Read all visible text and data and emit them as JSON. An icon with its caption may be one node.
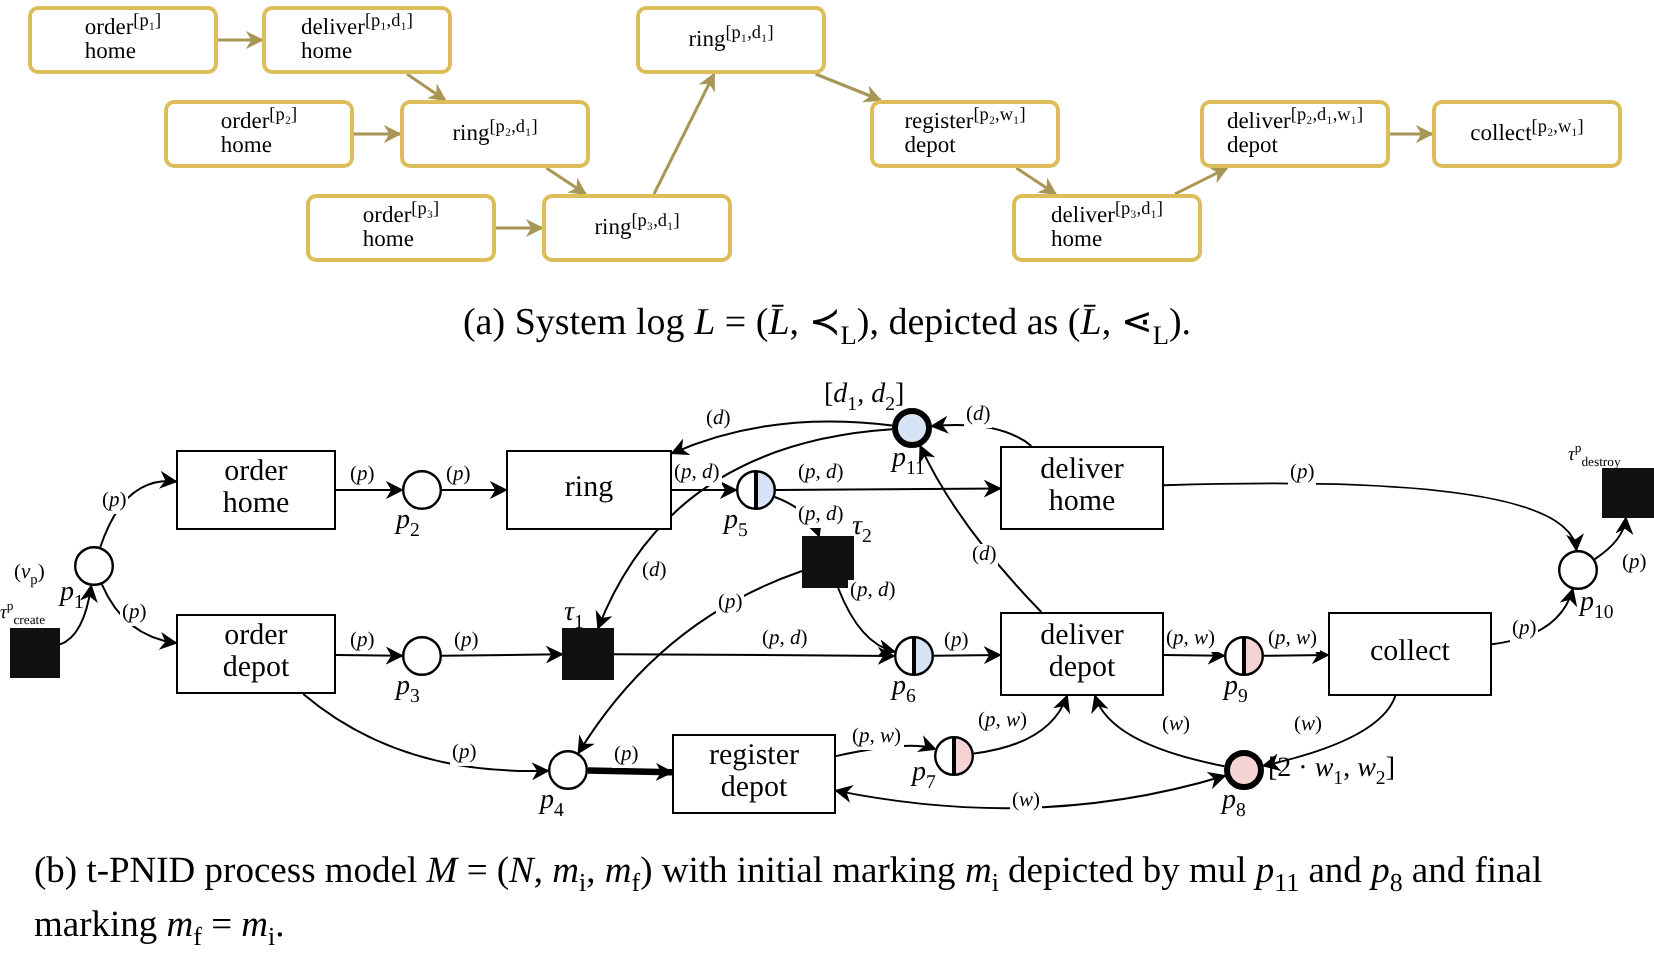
{
  "diagram": {
    "caption": "(b) t-PNID process model *M* = (*N*, *m*$_{i}$, *m*$_{f}$) with initial marking *m*$_{i}$ depicted by mul *p*$_{11}$ and *p*$_{8}$ and final marking *m*$_{f}$ = *m*$_{i}$.",
    "nodes": [
      {
        "text": [
          "order$^{[p₁]}$ home"
        ]
      },
      {
        "text": [
          "deliver$^{[p₁,d₁]}$ home"
        ]
      },
      {
        "text": [
          "order$^{[p₂]}$ home"
        ]
      },
      {
        "text": [
          "ring$^{[p₂,d₁]}$"
        ]
      },
      {
        "text": [
          "order$^{[p₃]}$ home"
        ]
      },
      {
        "text": [
          "ring$^{[p₃,d₁]}$"
        ]
      },
      {
        "text": [
          "ring$^{[p₁,d₁]}$"
        ]
      },
      {
        "text": [
          "register$^{[p₂,w₁]}$ depot"
        ]
      },
      {
        "text": [
          "deliver$^{[p₃,d₁]}$ home"
        ]
      },
      {
        "text": [
          "deliver$^{[p₂,d₁,w₁]}$ depot"
        ]
      },
      {
        "text": [
          "collect$^{[p₂,w₁]}$"
        ]
      },
      {
        "text": [],
        "shape": "box",
        "beside": [
          "*τ*$^{p}$$_{create}$"
        ]
      },
      {
        "text": [],
        "shape": "circle",
        "beside": [
          "*p*$_{1}$"
        ]
      },
      {
        "text": [
          "order home"
        ]
      },
      {
        "text": [
          "order depot"
        ]
      },
      {
        "text": [],
        "shape": "circle",
        "beside": [
          "*p*$_{2}$"
        ]
      },
      {
        "text": [],
        "shape": "circle",
        "beside": [
          "*p*$_{3}$"
        ]
      },
      {
        "text": [
          "ring"
        ]
      },
      {
        "text": [],
        "shape": "box",
        "beside": [
          "*τ*$_{1}$"
        ]
      },
      {
        "text": [],
        "shape": "circle",
        "beside": [
          "*p*$_{5}$"
        ]
      },
      {
        "text": [],
        "shape": "circle",
        "beside": [
          "*p*$_{11}$",
          "[*d*$_{1}$, *d*$_{2}$]"
        ]
      },
      {
        "text": [],
        "shape": "box",
        "beside": [
          "*τ*$_{2}$"
        ]
      },
      {
        "text": [],
        "shape": "circle",
        "beside": [
          "*p*$_{6}$"
        ]
      },
      {
        "text": [],
        "shape": "circle",
        "beside": [
          "*p*$_{4}$"
        ]
      },
      {
        "text": [
          "register depot"
        ]
      },
      {
        "text": [
          "deliver home"
        ]
      },
      {
        "text": [
          "deliver depot"
        ]
      },
      {
        "text": [],
        "shape": "circle",
        "beside": [
          "*p*$_{7}$"
        ]
      },
      {
        "text": [],
        "shape": "circle",
        "beside": [
          "*p*$_{9}$"
        ]
      },
      {
        "text": [],
        "shape": "circle",
        "beside": [
          "*p*$_{8}$",
          "[2 · *w*$_{1}$, *w*$_{2}$]"
        ]
      },
      {
        "text": [
          "collect"
        ]
      },
      {
        "text": [],
        "shape": "circle",
        "beside": [
          "*p*$_{10}$"
        ]
      },
      {
        "text": [],
        "shape": "box",
        "beside": [
          "*τ*$^{p}$$_{destroy}$"
        ]
      }
    ],
    "edges": [
      {
        "from": 0,
        "to": 1,
        "arrow": "to",
        "color": "#a89656"
      },
      {
        "from": 1,
        "to": 3,
        "arrow": "to",
        "color": "#a89656"
      },
      {
        "from": 2,
        "to": 3,
        "arrow": "to",
        "color": "#a89656"
      },
      {
        "from": 3,
        "to": 5,
        "arrow": "to",
        "color": "#a89656"
      },
      {
        "from": 4,
        "to": 5,
        "arrow": "to",
        "color": "#a89656"
      },
      {
        "from": 5,
        "to": 6,
        "arrow": "to",
        "color": "#a89656"
      },
      {
        "from": 6,
        "to": 7,
        "arrow": "to",
        "color": "#a89656"
      },
      {
        "from": 7,
        "to": 8,
        "arrow": "to",
        "color": "#a89656"
      },
      {
        "from": 8,
        "to": 9,
        "arrow": "to",
        "color": "#a89656"
      },
      {
        "from": 9,
        "to": 10,
        "arrow": "to",
        "color": "#a89656"
      },
      {
        "from": 11,
        "to": 12,
        "arrow": "to",
        "label": "(*ν*$_{p}$)"
      },
      {
        "from": 12,
        "to": 13,
        "arrow": "to",
        "label": "(*p*)"
      },
      {
        "from": 12,
        "to": 14,
        "arrow": "to",
        "label": "(*p*)"
      },
      {
        "from": 13,
        "to": 15,
        "arrow": "to",
        "label": "(*p*)"
      },
      {
        "from": 15,
        "to": 17,
        "arrow": "to",
        "label": "(*p*)"
      },
      {
        "from": 17,
        "to": 19,
        "arrow": "to",
        "label": "(*p*, *d*)"
      },
      {
        "from": 20,
        "to": 17,
        "arrow": "to",
        "label": "(*d*)"
      },
      {
        "from": 20,
        "to": 18,
        "arrow": "to",
        "label": "(*d*)"
      },
      {
        "from": 19,
        "to": 25,
        "arrow": "to",
        "label": "(*p*, *d*)"
      },
      {
        "from": 19,
        "to": 21,
        "arrow": "to",
        "label": "(*p*, *d*)"
      },
      {
        "from": 21,
        "to": 22,
        "arrow": "to",
        "label": "(*p*, *d*)"
      },
      {
        "from": 21,
        "to": 23,
        "arrow": "to",
        "label": "(*p*)"
      },
      {
        "from": 14,
        "to": 16,
        "arrow": "to",
        "label": "(*p*)"
      },
      {
        "from": 16,
        "to": 18,
        "arrow": "to",
        "label": "(*p*)"
      },
      {
        "from": 18,
        "to": 22,
        "arrow": "to",
        "label": "(*p*, *d*)"
      },
      {
        "from": 14,
        "to": 23,
        "arrow": "to",
        "label": "(*p*)"
      },
      {
        "from": 23,
        "to": 24,
        "arrow": "to",
        "label": "(*p*)",
        "style": "thick"
      },
      {
        "from": 22,
        "to": 26,
        "arrow": "to",
        "label": "(*p*)"
      },
      {
        "from": 25,
        "to": 20,
        "arrow": "to",
        "label": "(*d*)"
      },
      {
        "from": 26,
        "to": 20,
        "arrow": "to",
        "label": "(*d*)"
      },
      {
        "from": 25,
        "to": 31,
        "arrow": "to",
        "label": "(*p*)"
      },
      {
        "from": 26,
        "to": 28,
        "arrow": "to",
        "label": "(*p*, *w*)"
      },
      {
        "from": 28,
        "to": 30,
        "arrow": "to",
        "label": "(*p*, *w*)"
      },
      {
        "from": 30,
        "to": 31,
        "arrow": "to",
        "label": "(*p*)"
      },
      {
        "from": 31,
        "to": 32,
        "arrow": "to",
        "label": "(*p*)"
      },
      {
        "from": 24,
        "to": 27,
        "arrow": "to",
        "label": "(*p*, *w*)"
      },
      {
        "from": 27,
        "to": 26,
        "arrow": "to",
        "label": "(*p*, *w*)"
      },
      {
        "from": 29,
        "to": 26,
        "arrow": "to",
        "label": "(*w*)"
      },
      {
        "from": 30,
        "to": 29,
        "arrow": "to",
        "label": "(*w*)"
      },
      {
        "from": 29,
        "to": 24,
        "arrow": "both",
        "label": "(*w*)"
      }
    ],
    "labels": [
      "(a) System log *L* = (*L̄*, ≺$_{L}$), depicted as (*L̄*, ⋖$_{L}$)."
    ]
  }
}
